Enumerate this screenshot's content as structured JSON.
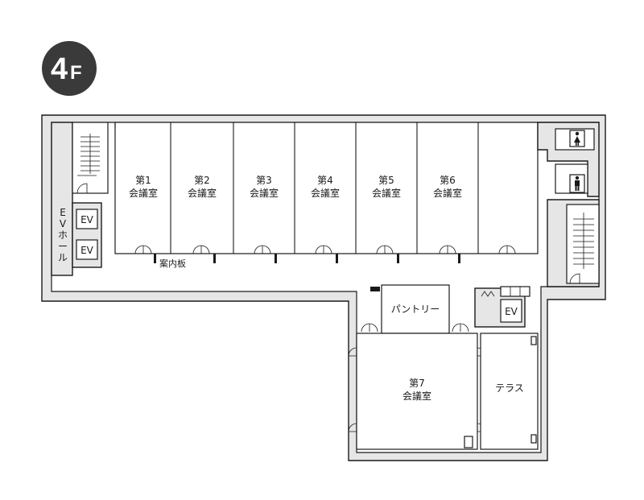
{
  "floor_badge": {
    "number": "4",
    "suffix": "F",
    "color": "#3a3a3a"
  },
  "rooms": [
    {
      "line1": "第1",
      "line2": "会議室"
    },
    {
      "line1": "第2",
      "line2": "会議室"
    },
    {
      "line1": "第3",
      "line2": "会議室"
    },
    {
      "line1": "第4",
      "line2": "会議室"
    },
    {
      "line1": "第5",
      "line2": "会議室"
    },
    {
      "line1": "第6",
      "line2": "会議室"
    },
    {
      "line1": "第7",
      "line2": "会議室"
    }
  ],
  "labels": {
    "ev_hall_chars": [
      "E",
      "V",
      "ホ",
      "ー",
      "ル"
    ],
    "ev_1": "EV",
    "ev_2": "EV",
    "ev_3": "EV",
    "info_board": "案内板",
    "pantry": "パントリー",
    "terrace": "テラス"
  },
  "icons": [
    "female-restroom-icon",
    "male-restroom-icon"
  ],
  "colors": {
    "wall": "#e6e6e6",
    "line": "#1a1a1a",
    "room": "#ffffff"
  }
}
